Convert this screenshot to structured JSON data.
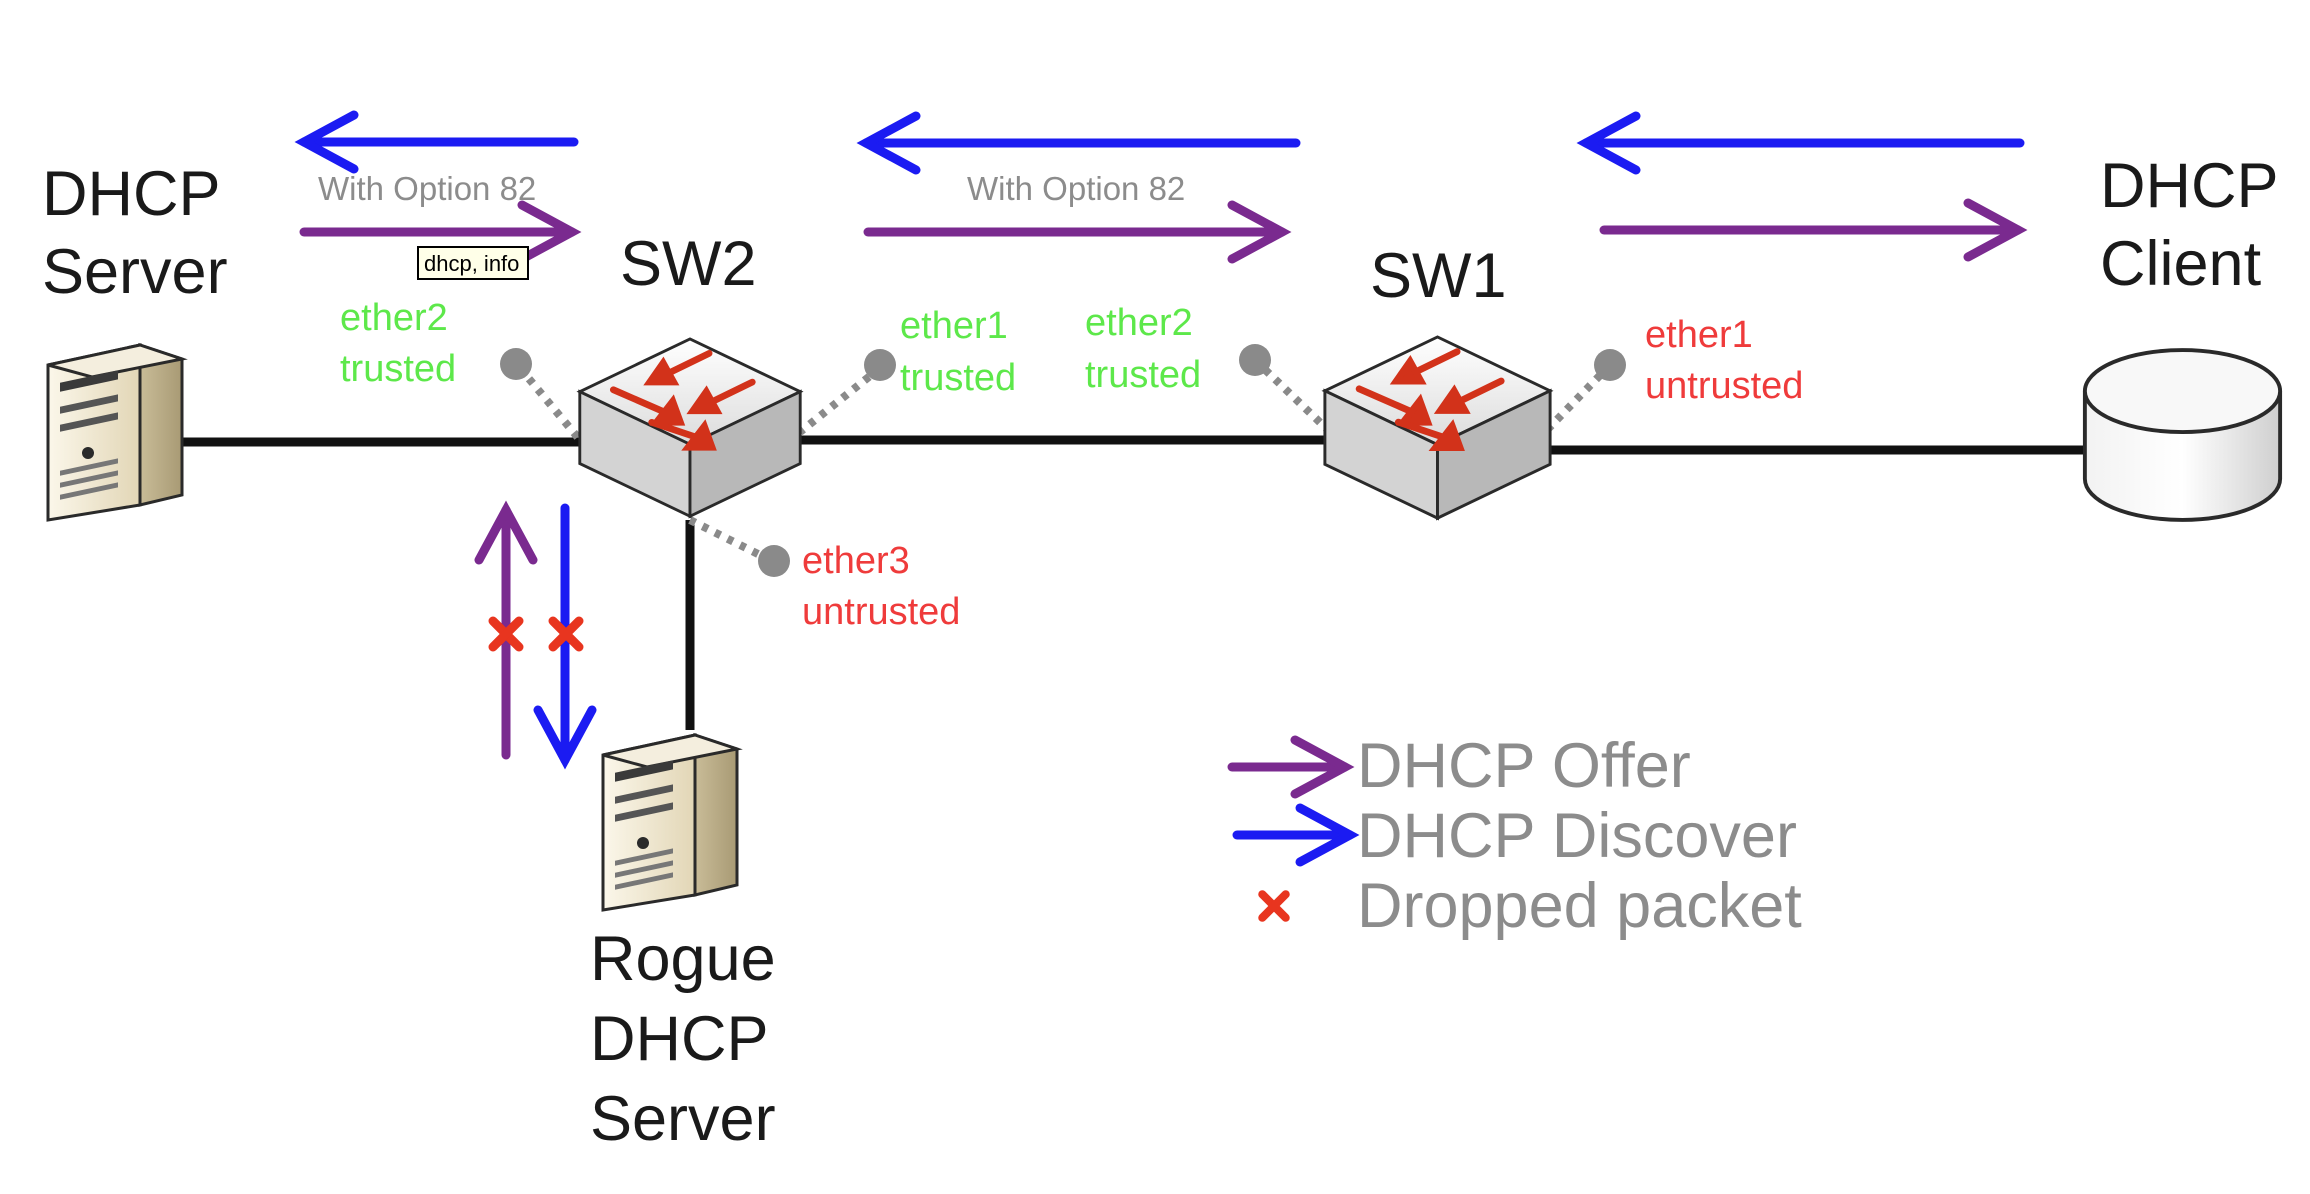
{
  "colors": {
    "offer": "#7a2a8f",
    "discover": "#1b1bf2",
    "dropped": "#e8351f",
    "trusted": "#5de84a",
    "untrusted": "#ef3b3b",
    "link": "#111111",
    "legend_text": "#8c8c8c",
    "note_text": "#8c8c8c"
  },
  "nodes": {
    "dhcp_server": [
      "DHCP",
      "Server"
    ],
    "sw2": "SW2",
    "sw1": "SW1",
    "dhcp_client": [
      "DHCP",
      "Client"
    ],
    "rogue": [
      "Rogue",
      "DHCP",
      "Server"
    ]
  },
  "ports": {
    "sw2_ether2": [
      "ether2",
      "trusted"
    ],
    "sw2_ether1": [
      "ether1",
      "trusted"
    ],
    "sw2_ether3": [
      "ether3",
      "untrusted"
    ],
    "sw1_ether2": [
      "ether2",
      "trusted"
    ],
    "sw1_ether1": [
      "ether1",
      "untrusted"
    ]
  },
  "annotations": {
    "option82_left": "With Option 82",
    "option82_mid": "With Option 82",
    "tooltip": "dhcp, info"
  },
  "legend": {
    "offer": "DHCP Offer",
    "discover": "DHCP Discover",
    "dropped": "Dropped packet"
  },
  "icons": [
    "server-icon",
    "switch-icon",
    "client-disk-icon",
    "dropped-x-icon"
  ]
}
